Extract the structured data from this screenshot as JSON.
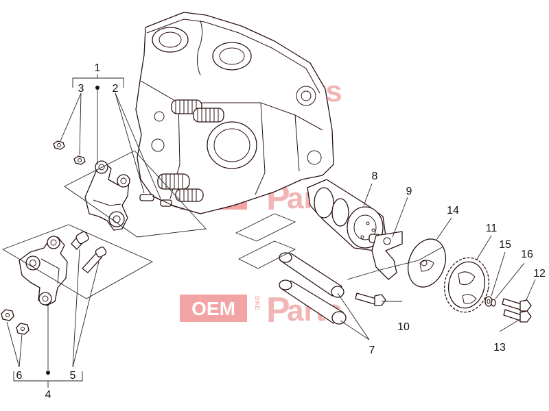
{
  "callouts": {
    "c1": "1",
    "c2": "2",
    "c3": "3",
    "c4": "4",
    "c5": "5",
    "c6": "6",
    "c7": "7",
    "c8": "8",
    "c9": "9",
    "c10": "10",
    "c11": "11",
    "c12": "12",
    "c13": "13",
    "c14": "14",
    "c15": "15",
    "c16": "16"
  },
  "watermark": {
    "brand": "OEM",
    "sub": "BIKE",
    "parts_a": "P",
    "parts_b": "arts"
  },
  "colors": {
    "line": "#2a1010",
    "watermark": "#e85a5a"
  }
}
